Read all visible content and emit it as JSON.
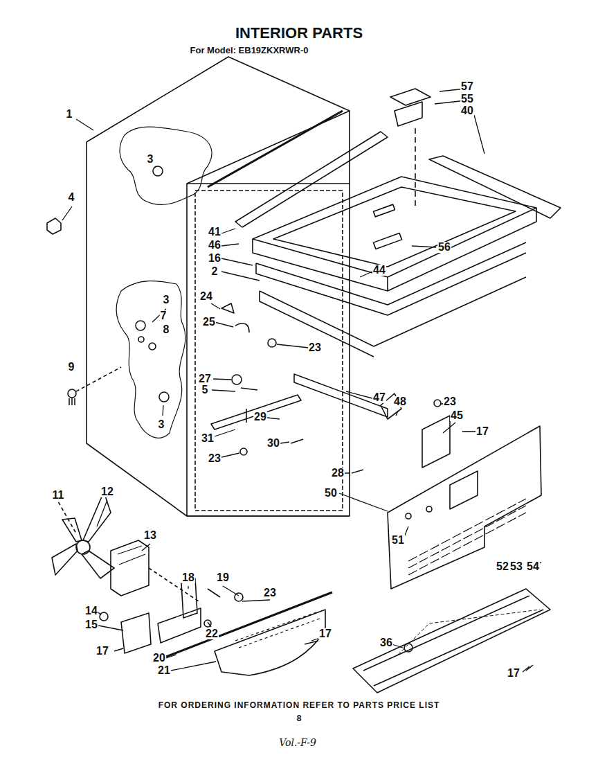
{
  "diagram": {
    "title": "INTERIOR PARTS",
    "labels": [
      "For Model: EB19ZKXRWR-0",
      "57",
      "55",
      "40",
      "1",
      "3",
      "4",
      "41",
      "46",
      "56",
      "16",
      "2",
      "44",
      "3",
      "24",
      "7",
      "25",
      "8",
      "23",
      "9",
      "27",
      "5",
      "47",
      "48",
      "23",
      "45",
      "17",
      "3",
      "29",
      "30",
      "31",
      "23",
      "28",
      "50",
      "11",
      "12",
      "13",
      "51",
      "52",
      "53",
      "54",
      "18",
      "19",
      "23",
      "14",
      "15",
      "17",
      "22",
      "17",
      "36",
      "20",
      "21",
      "17",
      "FOR ORDERING INFORMATION REFER TO PARTS PRICE LIST",
      "8",
      "Vol.-F-9"
    ]
  }
}
